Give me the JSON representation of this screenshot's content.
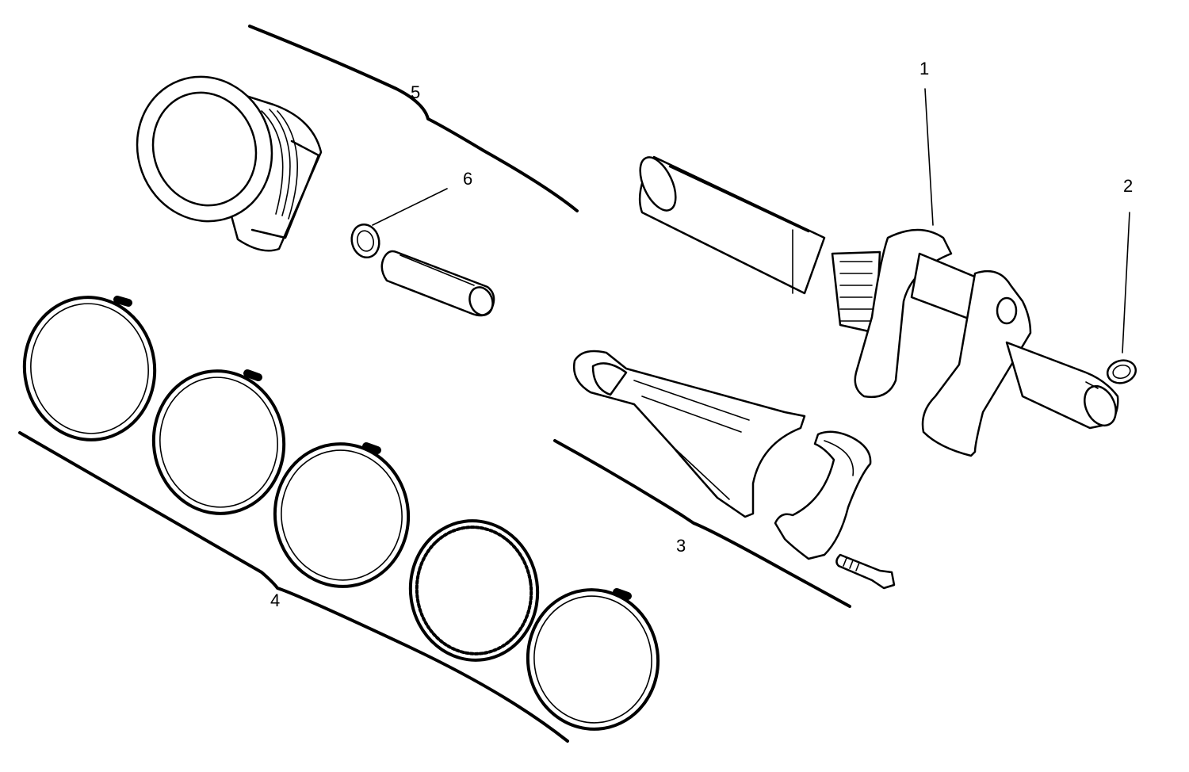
{
  "callouts": {
    "one": "1",
    "two": "2",
    "three": "3",
    "four": "4",
    "five": "5",
    "six": "6"
  },
  "colors": {
    "ink": "#000000",
    "paper": "#ffffff"
  }
}
